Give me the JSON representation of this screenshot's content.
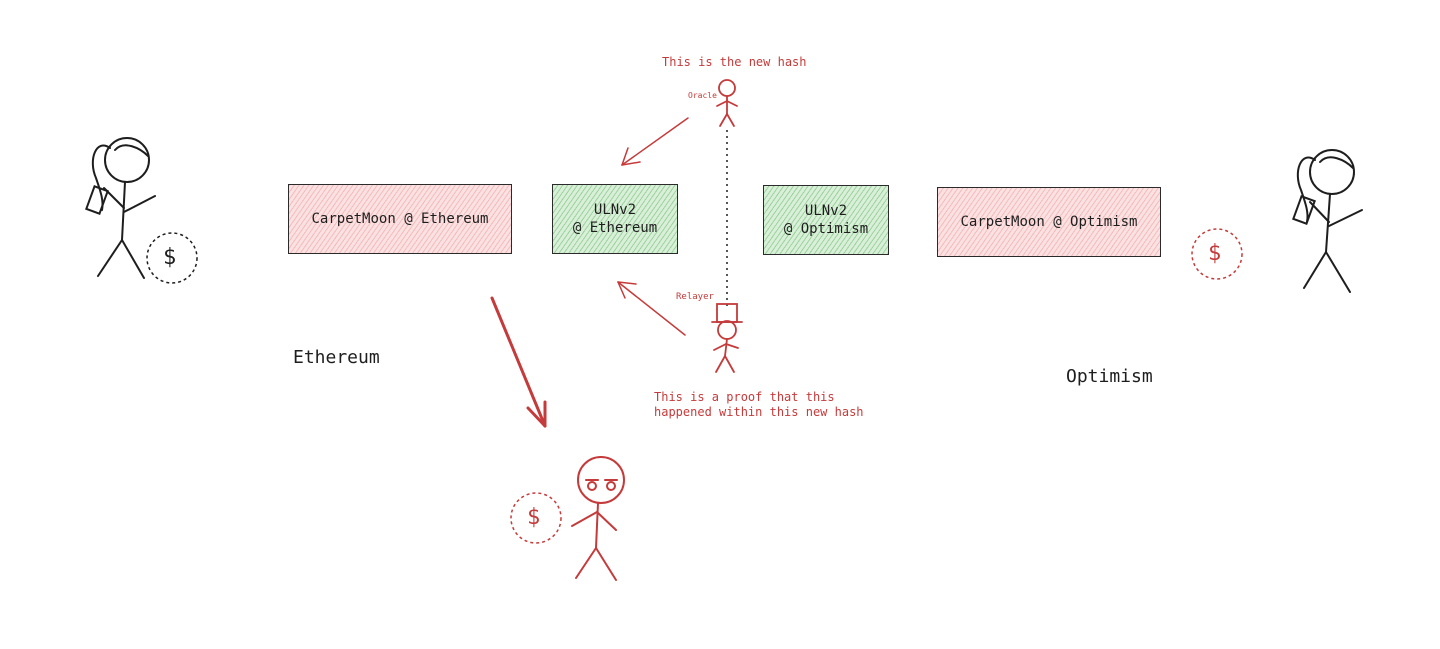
{
  "boxes": {
    "carpetmoon_ethereum": "CarpetMoon @ Ethereum",
    "ulnv2_ethereum": "ULNv2\n@ Ethereum",
    "ulnv2_optimism": "ULNv2\n@ Optimism",
    "carpetmoon_optimism": "CarpetMoon @ Optimism"
  },
  "labels": {
    "new_hash_note": "This is the new hash",
    "oracle": "Oracle",
    "relayer": "Relayer",
    "proof_note": "This is a proof that this\nhappened within this new hash",
    "ethereum": "Ethereum",
    "optimism": "Optimism"
  },
  "coins": {
    "left": "$",
    "right": "$",
    "bottom": "$"
  },
  "colors": {
    "ink": "#1e1e1e",
    "accent_red": "#c53a3a",
    "box_red": "#fbe1e1",
    "box_green": "#d9f0d8"
  }
}
